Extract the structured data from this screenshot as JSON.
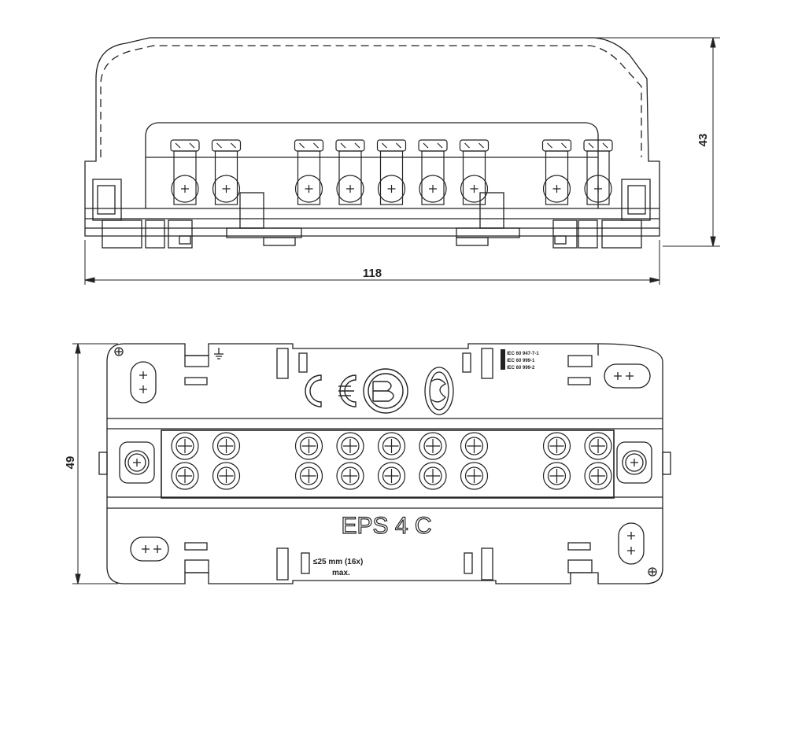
{
  "dimensions": {
    "width_label": "118",
    "height_label": "43",
    "depth_label": "49"
  },
  "product_label": "EPS 4 C",
  "marks": {
    "ce": "CE",
    "cable_spec_line1": "≤25 mm  (16x)",
    "cable_spec_line2": "max.",
    "standards": [
      "IEC 60 947-7-1",
      "IEC 60 999-1",
      "IEC 60 999-2"
    ]
  },
  "terminal_groups": [
    2,
    5,
    2
  ]
}
